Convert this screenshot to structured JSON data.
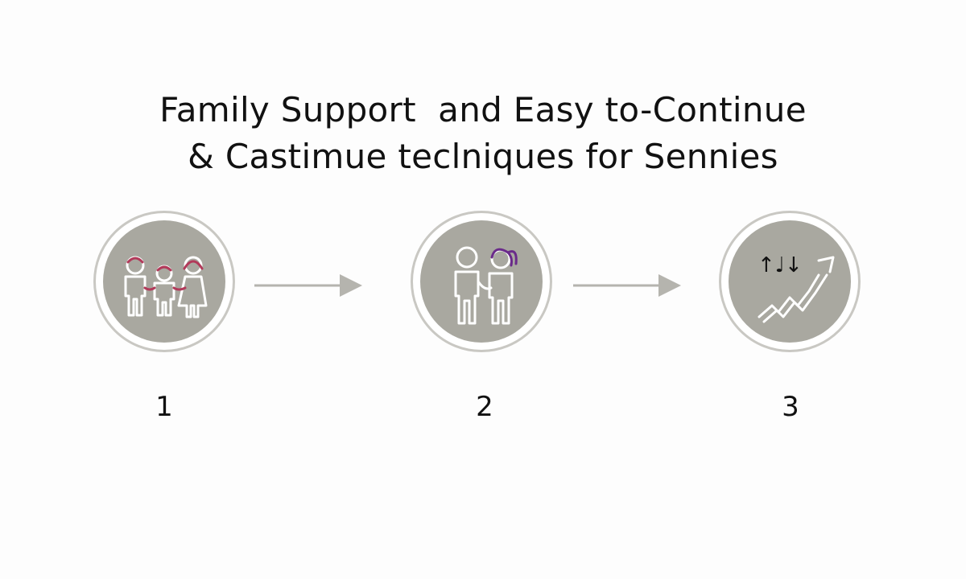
{
  "title": {
    "line1": "Family Support  and Easy to-Continue",
    "line2": "& Castimue teclniques for Sennies"
  },
  "colors": {
    "circle_fill": "#a9a8a0",
    "circle_ring": "#c9c8c3",
    "icon_stroke": "#ffffff",
    "accent_red": "#b23a5a",
    "accent_purple": "#6a2a8a",
    "arrow": "#b5b4ae",
    "text": "#111111"
  },
  "steps": [
    {
      "number": "1",
      "icon": "family-icon"
    },
    {
      "number": "2",
      "icon": "couple-icon"
    },
    {
      "number": "3",
      "icon": "trend-up-icon",
      "icon_text": "↑♩↓"
    }
  ]
}
